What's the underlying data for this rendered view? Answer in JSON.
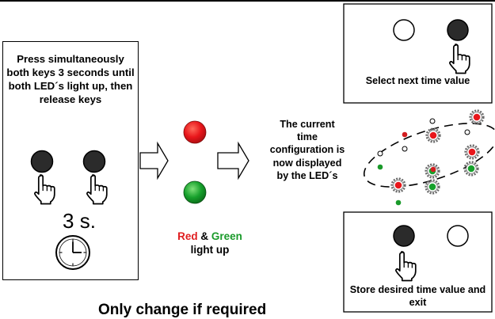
{
  "left_panel": {
    "instruction": "Press simultaneously both keys 3 seconds until both LED´s light up, then release keys",
    "duration": "3 s."
  },
  "led_panel": {
    "red_word": "Red",
    "amp": "&",
    "green_word": "Green",
    "suffix": "light up",
    "colors": {
      "red": "#e8161b",
      "green": "#17a12c"
    }
  },
  "middle_text": "The current time configuration is now displayed by the LED´s",
  "top_right_box": {
    "caption": "Select next time value"
  },
  "bottom_right_box": {
    "caption": "Store desired time value and exit"
  },
  "footer": {
    "text": "Only change if required"
  }
}
